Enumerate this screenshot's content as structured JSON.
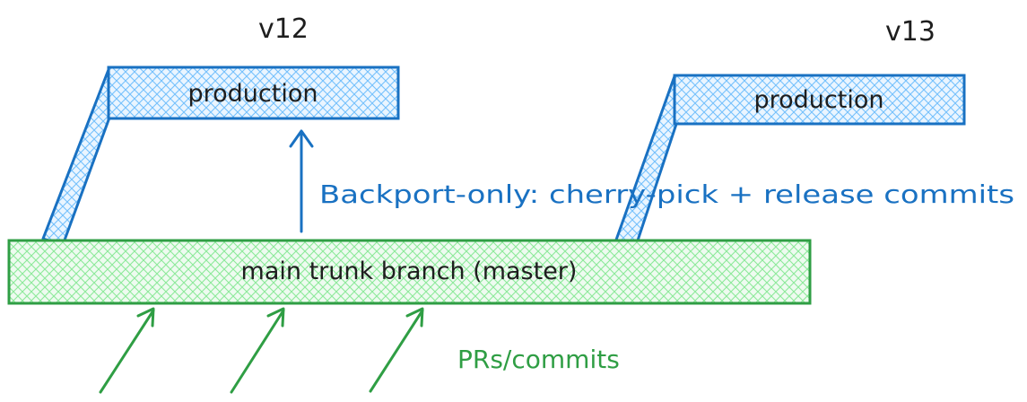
{
  "versions": {
    "left": "v12",
    "right": "v13"
  },
  "branches": {
    "left_production": "production",
    "right_production": "production",
    "trunk": "main trunk branch (master)"
  },
  "annotations": {
    "backport": "Backport-only: cherry-pick + release commits",
    "prs": "PRs/commits"
  },
  "colors": {
    "production_stroke": "#1971c2",
    "production_hatch": "#a5d8ff",
    "trunk_stroke": "#2f9e44",
    "trunk_hatch": "#b2f2bb",
    "text": "#1e1e1e"
  }
}
